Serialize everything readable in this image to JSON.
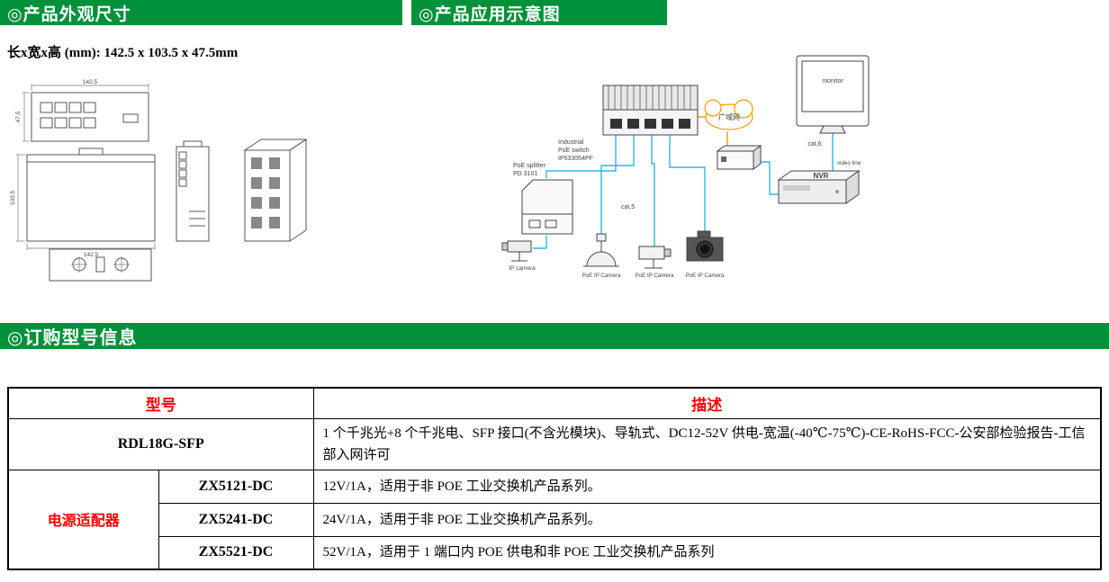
{
  "colors": {
    "header_green": "#00913a",
    "accent_red": "#ff0000",
    "line_cyan": "#2fb6e9",
    "line_orange": "#ff9900"
  },
  "sections": {
    "appearance_title": "◎产品外观尺寸",
    "application_title": "◎产品应用示意图",
    "ordering_title": "◎订购型号信息"
  },
  "dimensions_line": "长x宽x高 (mm): 142.5 x 103.5 x 47.5mm",
  "drawing": {
    "dim_width": "142.5",
    "dim_height": "47.5",
    "dim_depth": "103.5",
    "dim_width_bottom": "142.5"
  },
  "diagram": {
    "switch_line1": "Industrial",
    "switch_line2": "PoE switch",
    "switch_line3": "IP533054PF",
    "splitter_line1": "PoE splitter",
    "splitter_line2": "PD 3101",
    "ip_camera_label": "IP camera",
    "camera_labels": [
      "PoE IP Camera",
      "PoE IP Camera",
      "PoE IP Camera"
    ],
    "nvr_label": "NVR",
    "monitor_label": "monitor",
    "cloud_label": "广域网",
    "cat5_label": "cat.5",
    "cat6_label": "cat.6",
    "video_line_label": "video line"
  },
  "table": {
    "header_model": "型号",
    "header_description": "描述",
    "rows": [
      {
        "model": "RDL18G-SFP",
        "description": "1 个千兆光+8 个千兆电、SFP 接口(不含光模块)、导轨式、DC12-52V 供电-宽温(-40℃-75℃)-CE-RoHS-FCC-公安部检验报告-工信部入网许可"
      }
    ],
    "adapter_label": "电源适配器",
    "adapter_rows": [
      {
        "model": "ZX5121-DC",
        "description": "12V/1A，适用于非 POE 工业交换机产品系列。"
      },
      {
        "model": "ZX5241-DC",
        "description": "24V/1A，适用于非 POE 工业交换机产品系列。"
      },
      {
        "model": "ZX5521-DC",
        "description": "52V/1A，适用于 1 端口内 POE 供电和非 POE 工业交换机产品系列"
      }
    ]
  }
}
